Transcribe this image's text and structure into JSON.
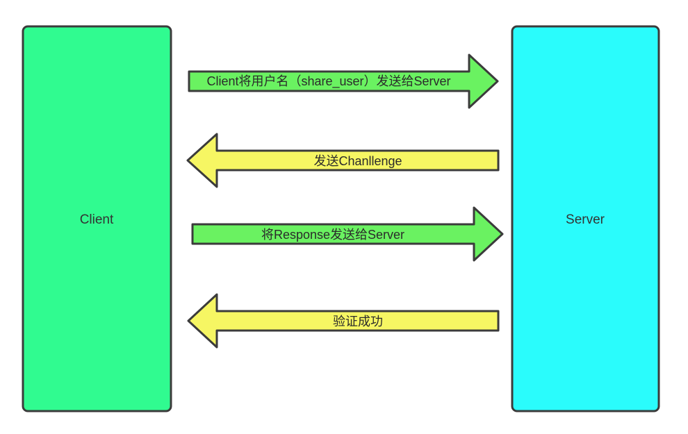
{
  "canvas": {
    "background": "#ffffff",
    "outline_color": "#3b3b3b",
    "text_color": "#333333"
  },
  "nodes": {
    "client": {
      "label": "Client",
      "fill": "#30fb90"
    },
    "server": {
      "label": "Server",
      "fill": "#2afcfc"
    }
  },
  "arrows": [
    {
      "label": "Client将用户名（share_user）发送给Server",
      "direction": "right",
      "fill": "#6af261"
    },
    {
      "label": "发送Chanllenge",
      "direction": "left",
      "fill": "#f6f663"
    },
    {
      "label": "将Response发送给Server",
      "direction": "right",
      "fill": "#6af261"
    },
    {
      "label": "验证成功",
      "direction": "left",
      "fill": "#f6f663"
    }
  ]
}
